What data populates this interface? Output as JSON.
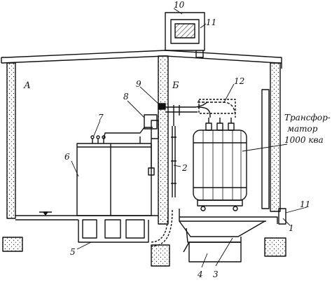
{
  "diagram": {
    "rooms": {
      "left": "А",
      "right": "Б"
    },
    "transformer_label": {
      "line1": "Трансфор-",
      "line2": "матор",
      "line3": "1000 ква"
    },
    "callouts": [
      "1",
      "2",
      "3",
      "4",
      "5",
      "6",
      "7",
      "8",
      "9",
      "10",
      "11",
      "11",
      "12"
    ]
  }
}
